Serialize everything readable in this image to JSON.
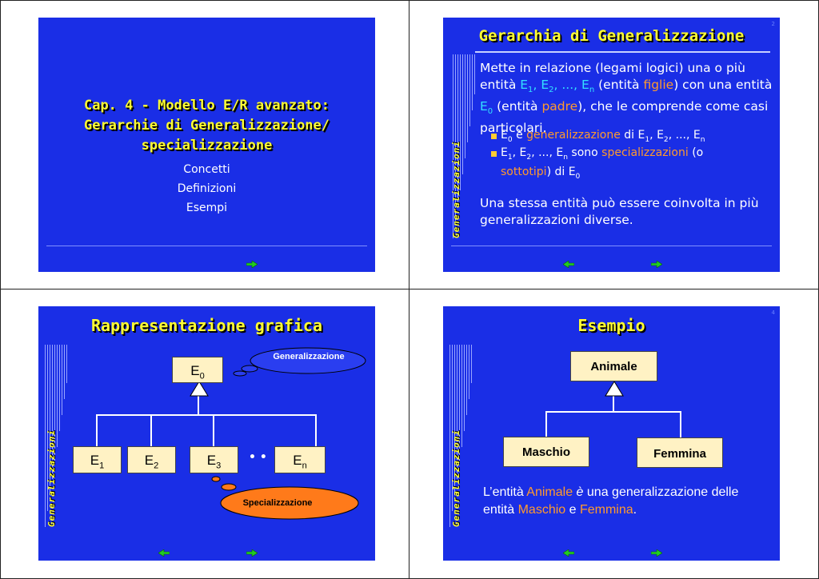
{
  "slide1": {
    "title_lines": [
      "Cap. 4 - Modello E/R avanzato:",
      "Gerarchie di Generalizzazione/",
      "specializzazione"
    ],
    "items": [
      "Concetti",
      "Definizioni",
      "Esempi"
    ]
  },
  "slide2": {
    "number": "2",
    "title": "Gerarchia di Generalizzazione",
    "side_label": "Generalizzazioni",
    "para1": {
      "a": "Mette in relazione (legami logici) una o più entità ",
      "e1": "E",
      "e1s": "1",
      "sep1": ", ",
      "e2": "E",
      "e2s": "2",
      "sep2": ", ..., ",
      "en": "E",
      "ens": "n",
      "b": " (entità ",
      "figlie": "figlie",
      "c": ") con una entità ",
      "e0": "E",
      "e0s": "0",
      "d": " (entità ",
      "padre": "padre",
      "e": "), che le comprende come casi particolari."
    },
    "bullet1": {
      "e0": "E",
      "e0s": "0",
      "is": " è ",
      "gen": "generalizzazione",
      "di": " di E",
      "s1": "1",
      "c1": ", E",
      "s2": "2",
      "c2": ", ..., E",
      "sn": "n"
    },
    "bullet2": {
      "a": "E",
      "s1": "1",
      "c1": ", E",
      "s2": "2",
      "c2": ", ..., E",
      "sn": "n",
      "sono": " sono ",
      "spec": "specializzazioni",
      "o": " (o ",
      "sott": "sottotipi",
      "di": ") di E",
      "s0": "0"
    },
    "para2": "Una stessa entità può essere coinvolta in più generalizzazioni diverse."
  },
  "slide3": {
    "title": "Rappresentazione grafica",
    "side_label": "Generalizzazioni",
    "top_entity": {
      "e": "E",
      "s": "0"
    },
    "children": [
      {
        "e": "E",
        "s": "1"
      },
      {
        "e": "E",
        "s": "2"
      },
      {
        "e": "E",
        "s": "3"
      },
      {
        "e": "E",
        "s": "n"
      }
    ],
    "dots": "• •",
    "cloud_top": "Generalizzazione",
    "cloud_bottom": "Specializzazione"
  },
  "slide4": {
    "number": "4",
    "title": "Esempio",
    "side_label": "Generalizzazioni",
    "parent": "Animale",
    "child_left": "Maschio",
    "child_right": "Femmina",
    "text": {
      "a": "L’entità ",
      "animale": "Animale",
      "b": " ",
      "e": "è",
      "c": " una generalizzazione delle entità ",
      "maschio": "Maschio",
      "d": " e ",
      "femmina": "Femmina",
      "end": "."
    }
  },
  "colors": {
    "slide_bg": "#1a2ee6",
    "title": "#ffff33",
    "highlight_cyan": "#33e0ff",
    "highlight_orange": "#ff9a2e",
    "entity_fill": "#fff2c4",
    "cloud_blue": "#2a3ef0",
    "cloud_orange": "#ff7a1a",
    "nav_arrow": "#22cc22"
  }
}
